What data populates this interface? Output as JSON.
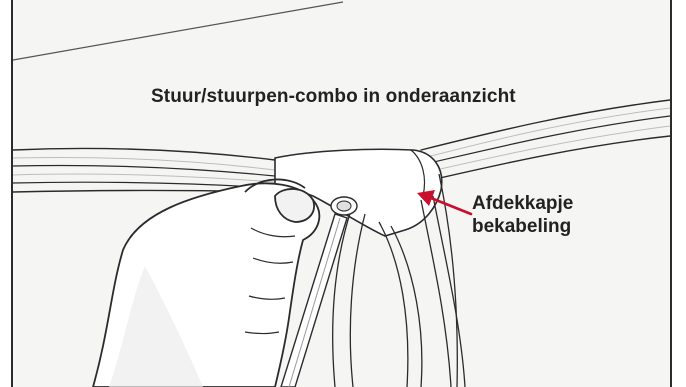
{
  "diagram": {
    "title": "Stuur/stuurpen-combo in onderaanzicht",
    "callout": {
      "line1": "Afdekkapje",
      "line2": "bekabeling"
    },
    "colors": {
      "background": "#f5f5f4",
      "outline": "#2b2b2b",
      "arrow": "#c8102e",
      "cable_fill": "#ffffff",
      "shading": "#dcdcdc"
    }
  }
}
